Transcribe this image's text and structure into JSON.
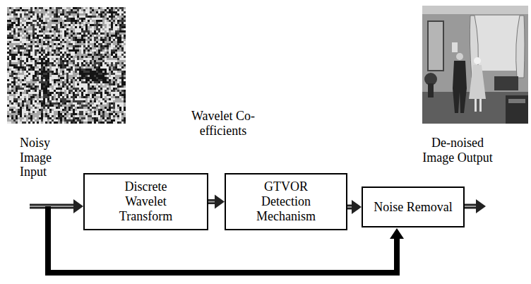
{
  "diagram": {
    "nodes": [
      {
        "text": [
          "Discrete Wavelet Transform"
        ]
      },
      {
        "text": [
          "GTVOR Detection Mechanism"
        ]
      },
      {
        "text": [
          "Noise Removal"
        ]
      }
    ],
    "edges": [
      {
        "from": 0,
        "to": 1,
        "arrow": "to"
      },
      {
        "from": 1,
        "to": 2,
        "arrow": "to"
      }
    ],
    "labels": [
      "Noisy Image Input",
      "Wavelet Co-efficients",
      "De-noised Image Output"
    ]
  }
}
